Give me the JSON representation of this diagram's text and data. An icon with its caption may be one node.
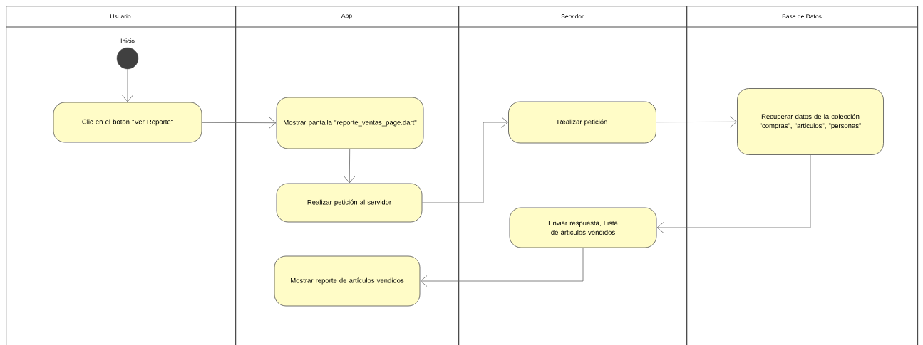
{
  "diagram": {
    "nodes": [
      {
        "text": [
          "Usuario"
        ]
      },
      {
        "text": [],
        "shape": "circle",
        "beside": [
          "Inicio"
        ],
        "in": 0
      },
      {
        "text": [
          "Clic en el boton \"Ver Reporte\""
        ],
        "in": 0
      },
      {
        "text": [
          "App"
        ]
      },
      {
        "text": [
          "Mostrar pantalla \"reporte_ventas_page.dart\""
        ],
        "in": 3
      },
      {
        "text": [
          "Realizar petición al servidor"
        ],
        "in": 3
      },
      {
        "text": [
          "Mostrar reporte de artículos vendidos"
        ],
        "in": 3
      },
      {
        "text": [
          "Servidor"
        ]
      },
      {
        "text": [
          "Realizar petición"
        ],
        "in": 7
      },
      {
        "text": [
          "Enviar respuesta, Lista de articulos vendidos"
        ],
        "in": 7
      },
      {
        "text": [
          "Base de Datos"
        ]
      },
      {
        "text": [
          "Recuperar datos de la colección \"compras\", \"articulos\", \"personas\""
        ],
        "in": 10
      }
    ],
    "edges": [
      {
        "from": 1,
        "to": 2,
        "arrow": "to"
      },
      {
        "from": 2,
        "to": 4,
        "arrow": "to"
      },
      {
        "from": 4,
        "to": 5,
        "arrow": "to"
      },
      {
        "from": 5,
        "to": 8,
        "arrow": "to"
      },
      {
        "from": 8,
        "to": 11,
        "arrow": "to"
      },
      {
        "from": 11,
        "to": 9,
        "arrow": "to"
      },
      {
        "from": 9,
        "to": 6,
        "arrow": "to"
      }
    ]
  }
}
